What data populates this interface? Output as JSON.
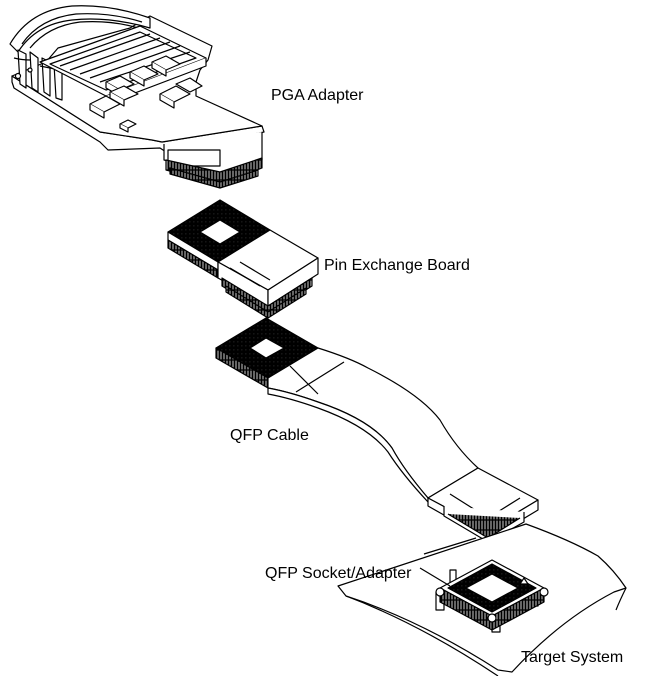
{
  "labels": {
    "pga_adapter": "PGA Adapter",
    "pin_exchange_board": "Pin Exchange Board",
    "qfp_cable": "QFP Cable",
    "qfp_socket_adapter": "QFP Socket/Adapter",
    "target_system": "Target System"
  },
  "colors": {
    "line": "#000000",
    "fill": "#ffffff",
    "pins": "#1a1a1a"
  }
}
